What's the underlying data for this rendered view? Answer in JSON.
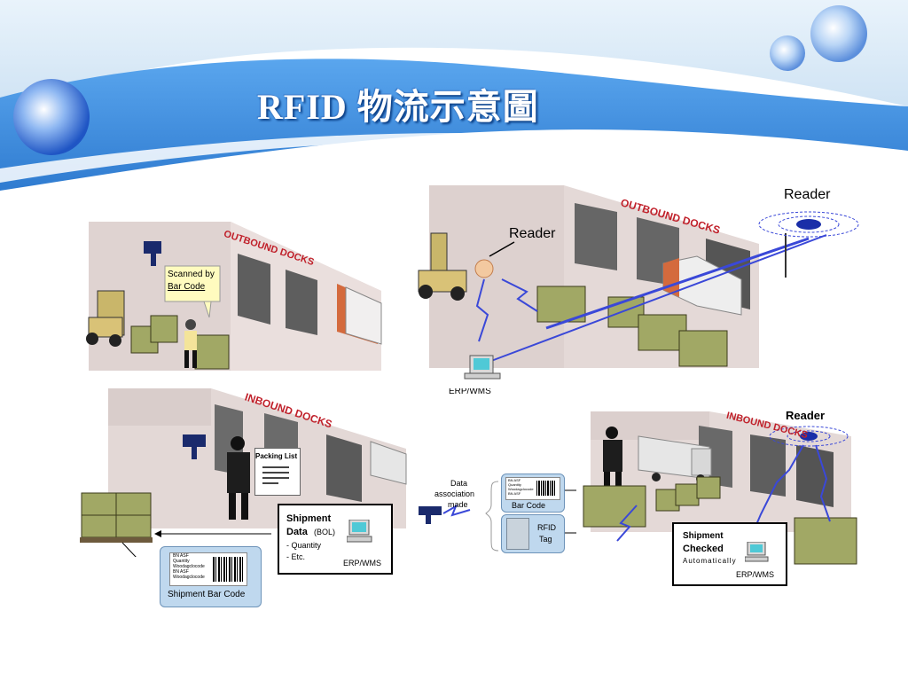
{
  "slide": {
    "title": "RFID 物流示意圖"
  },
  "scenes": {
    "top_left": {
      "dock_sign": "OUTBOUND DOCKS",
      "callout": "Scanned by",
      "callout_underline": "Bar Code"
    },
    "top_right": {
      "dock_sign": "OUTBOUND DOCKS",
      "reader_label_1": "Reader",
      "reader_label_2": "Reader",
      "computer_label": "ERP/WMS"
    },
    "bottom_left": {
      "dock_sign": "INBOUND DOCKS",
      "packing_list": "Packing List",
      "shipment_title_1": "Shipment",
      "shipment_title_2": "Data",
      "shipment_bol": "(BOL)",
      "shipment_line_1": "- Quantity",
      "shipment_line_2": "- Etc.",
      "computer_label": "ERP/WMS",
      "barcode_card": {
        "lines": [
          "BN ASF",
          "Quantity",
          "Woodagclocode",
          "BN ASF",
          "Woodagclocode"
        ],
        "caption": "Shipment Bar Code"
      }
    },
    "middle_bottom": {
      "association_1": "Data",
      "association_2": "association",
      "association_3": "made",
      "barcode_card": {
        "lines": [
          "BN ASF",
          "Quantity",
          "Woodagclocode",
          "BN ASF"
        ],
        "caption": "Bar Code"
      },
      "rfid_card": {
        "caption_1": "RFID",
        "caption_2": "Tag"
      }
    },
    "bottom_right": {
      "dock_sign": "INBOUND DOCKS",
      "reader_label": "Reader",
      "checked_1": "Shipment",
      "checked_2": "Checked",
      "checked_3": "Automatically",
      "computer_label": "ERP/WMS"
    }
  },
  "colors": {
    "header_blue": "#3f8ee0",
    "wall": "#e3d8d6",
    "crate": "#9ca35a",
    "dock_sign": "#c0202a",
    "signal": "#3a48d8"
  }
}
